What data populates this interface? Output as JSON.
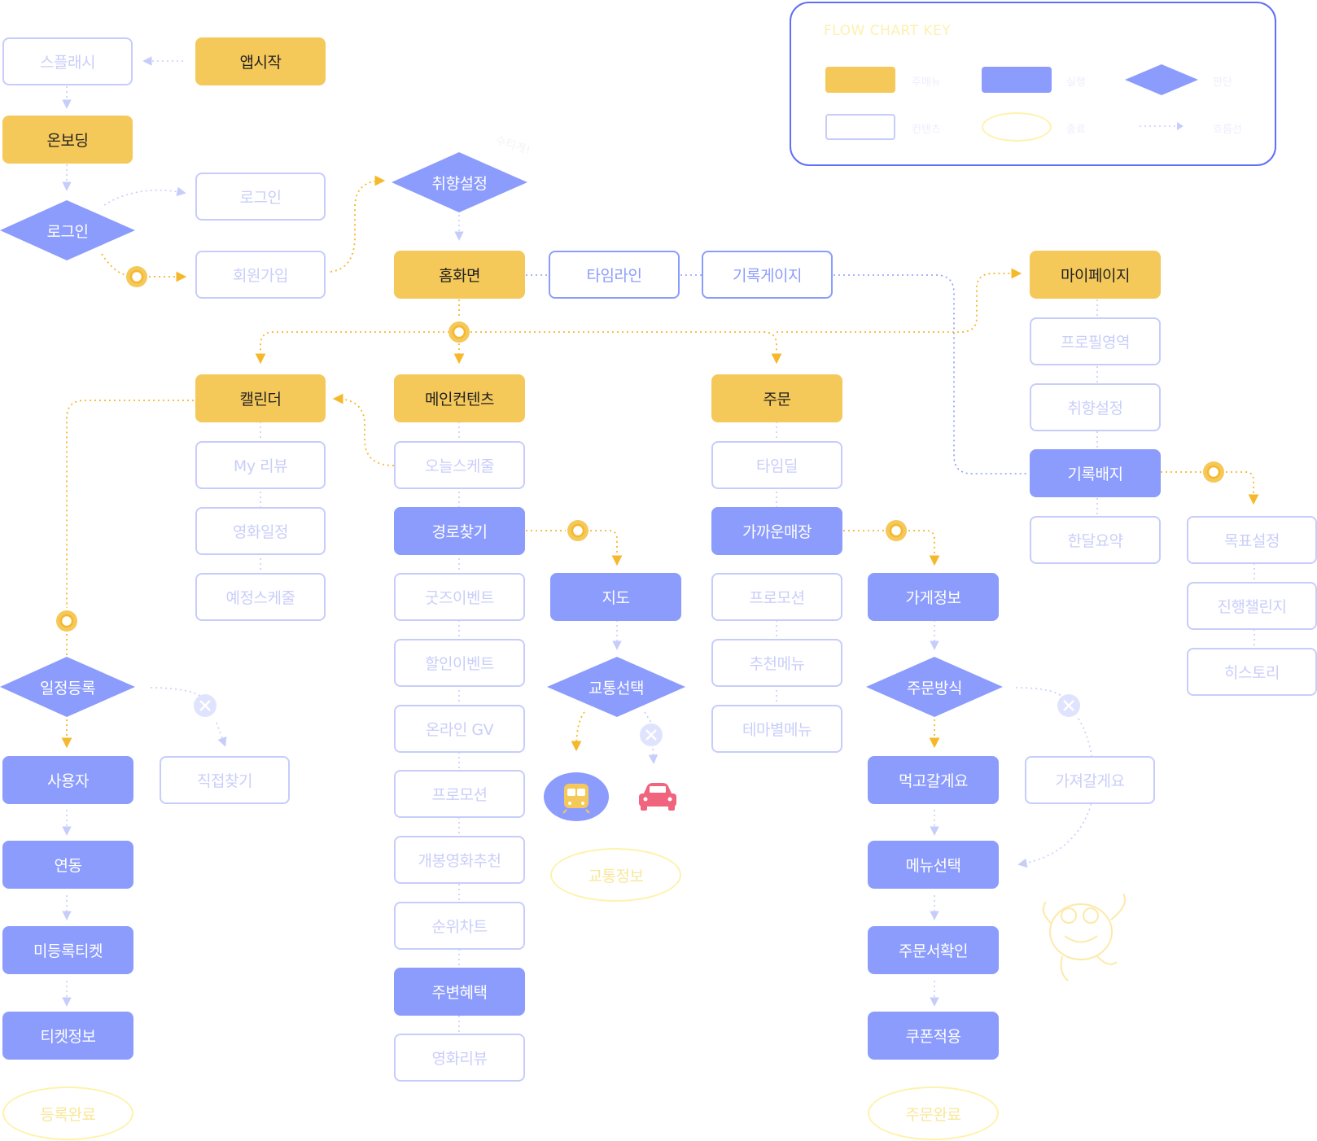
{
  "legend": {
    "title": "FLOW CHART KEY",
    "main_menu": "주메뉴",
    "action": "실행",
    "decision": "판단",
    "content": "컨텐츠",
    "end": "종료",
    "flow": "흐름선"
  },
  "nodes": {
    "app_start": "앱시작",
    "splash": "스플래시",
    "onboarding": "온보딩",
    "login_decision": "로그인",
    "login": "로그인",
    "signup": "회원가입",
    "preference_decision": "취향설정",
    "preference_note": "수티게!",
    "home": "홈화면",
    "timeline": "타임라인",
    "record_gauge": "기록게이지",
    "mypage": "마이페이지",
    "profile_area": "프로필영역",
    "preference_setting": "취향설정",
    "record_badge": "기록배지",
    "monthly_summary": "한달요약",
    "goal_setting": "목표설정",
    "challenge_in_progress": "진행챌린지",
    "history": "히스토리",
    "calendar": "캘린더",
    "my_review": "My 리뷰",
    "movie_schedule": "영화일정",
    "planned_schedule": "예정스케줄",
    "main_contents": "메인컨텐츠",
    "today_schedule": "오늘스케줄",
    "find_route": "경로찾기",
    "goods_event": "굿즈이벤트",
    "discount_event": "할인이벤트",
    "online_gv": "온라인 GV",
    "promotion_main": "프로모션",
    "new_movie_recommend": "개봉영화추천",
    "ranking_chart": "순위차트",
    "nearby_benefit": "주변혜택",
    "movie_review": "영화리뷰",
    "map": "지도",
    "transport_decision": "교통선택",
    "transport_info": "교통정보",
    "order": "주문",
    "time_deal": "타임딜",
    "nearest_store": "가까운매장",
    "promotion_order": "프로모션",
    "recommended_menu": "추천메뉴",
    "theme_menu": "테마별메뉴",
    "store_info": "가게정보",
    "order_method": "주문방식",
    "eat_in": "먹고갈게요",
    "take_out": "가져갈게요",
    "menu_select": "메뉴선택",
    "order_confirm": "주문서확인",
    "coupon_apply": "쿠폰적용",
    "order_complete": "주문완료",
    "schedule_register": "일정등록",
    "user": "사용자",
    "find_directly": "직접찾기",
    "link": "연동",
    "unregistered_ticket": "미등록티켓",
    "ticket_info": "티켓정보",
    "register_complete": "등록완료"
  },
  "icons": {
    "transit": "train-icon",
    "car": "car-icon",
    "cancel": "close-icon",
    "junction": "junction-circle-icon",
    "mascot": "mascot-illustration"
  },
  "colors": {
    "main": "#f5c85a",
    "action": "#8c9cfd",
    "outline": "#c7cdfb",
    "end": "#fdf3ad",
    "legend_border": "#5f70f5",
    "car": "#f0647e"
  }
}
